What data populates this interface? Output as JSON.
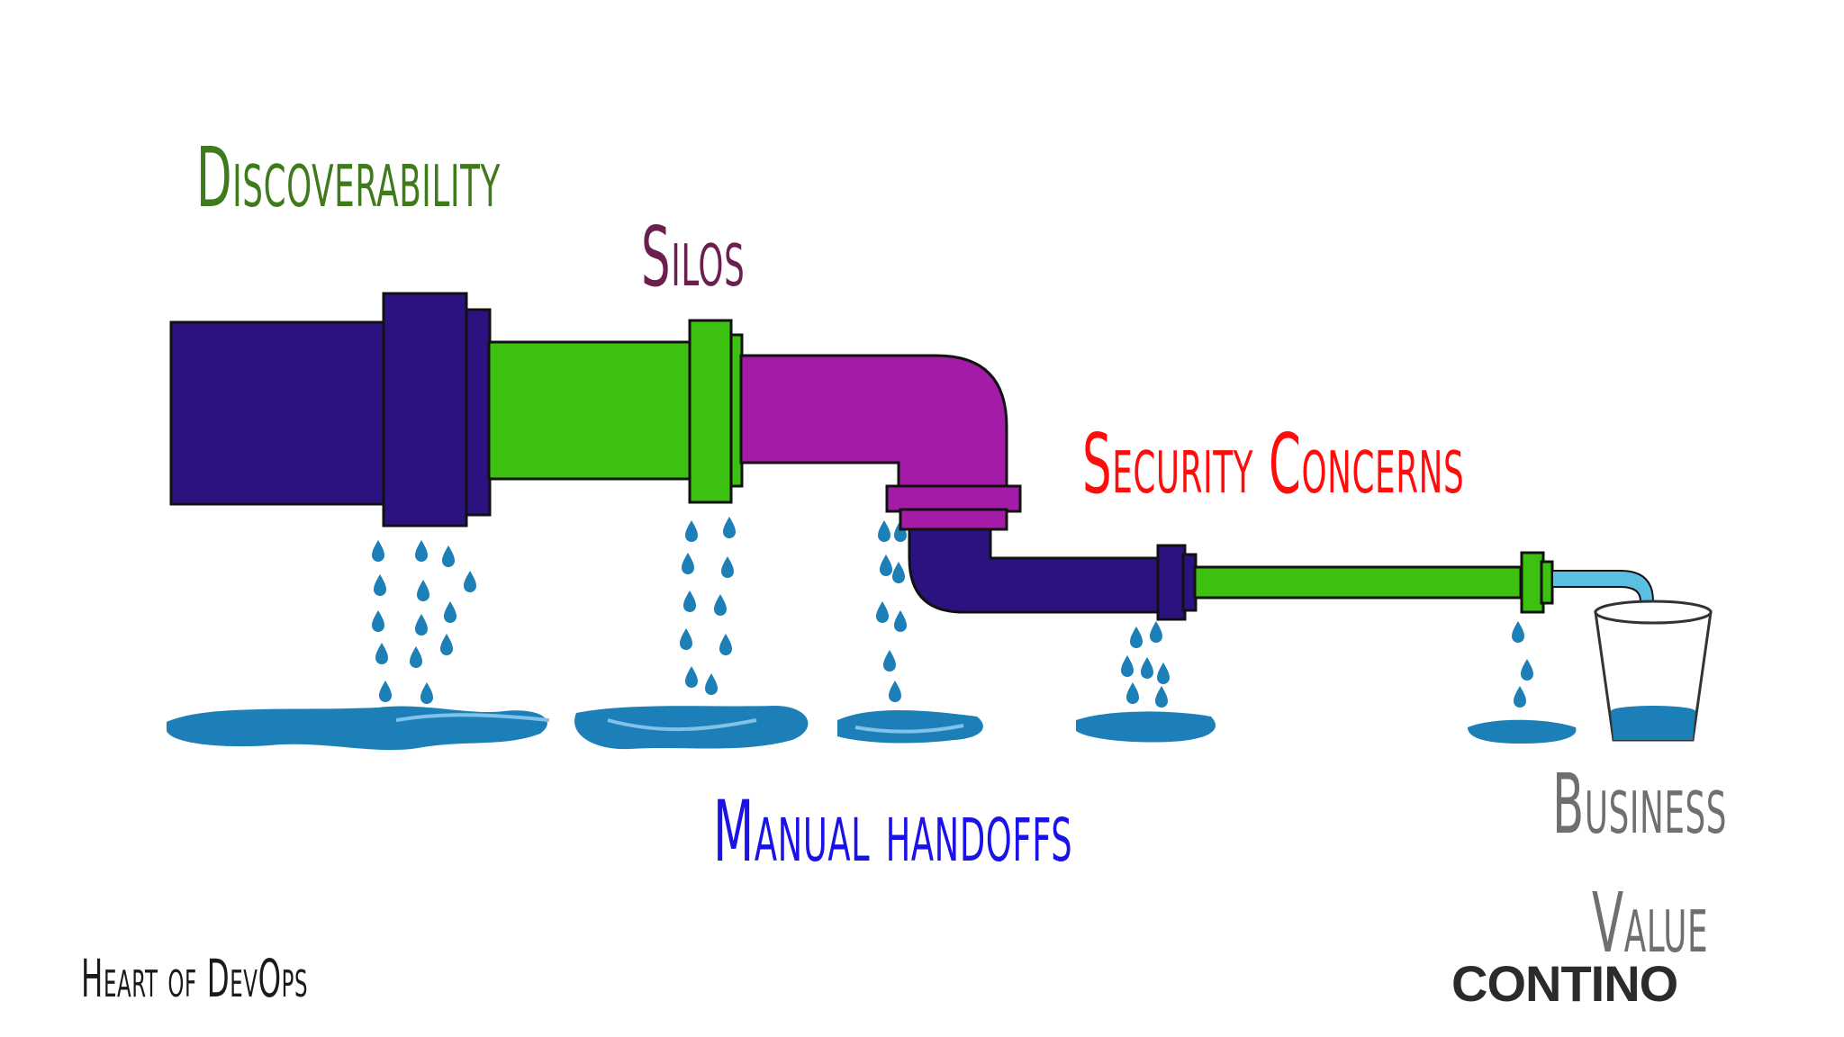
{
  "labels": {
    "discoverability": "Discoverability",
    "silos": "Silos",
    "security": "Security Concerns",
    "manual": "Manual handoffs",
    "business_line1": "Business",
    "business_line2": "Value",
    "footer": "Heart of  DevOps"
  },
  "logo": {
    "text": "CONTINO"
  },
  "colors": {
    "navy": "#2b1280",
    "green": "#3cc110",
    "purple": "#a31ba6",
    "water": "#1d7fb8",
    "cyan": "#5bbfe0"
  }
}
